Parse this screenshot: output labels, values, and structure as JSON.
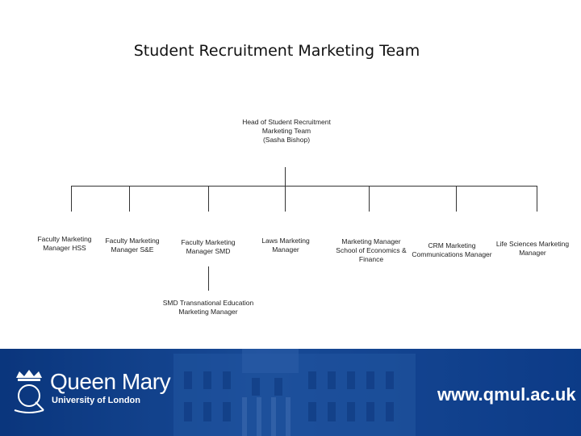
{
  "title": "Student Recruitment Marketing Team",
  "nodes": {
    "head": "Head of Student Recruitment\nMarketing Team\n(Sasha Bishop)",
    "hss": "Faculty Marketing\nManager HSS",
    "se": "Faculty Marketing\nManager S&E",
    "smd": "Faculty Marketing\nManager SMD",
    "laws": "Laws Marketing\nManager",
    "econ": "Marketing Manager\nSchool of Economics &\nFinance",
    "crm": "CRM Marketing\nCommunications Manager",
    "life": "Life Sciences Marketing\nManager",
    "tne": "SMD Transnational Education\nMarketing Manager"
  },
  "footer": {
    "logo_name": "Queen Mary",
    "logo_sub": "University of London",
    "url": "www.qmul.ac.uk",
    "color_primary": "#0b3d8a"
  }
}
